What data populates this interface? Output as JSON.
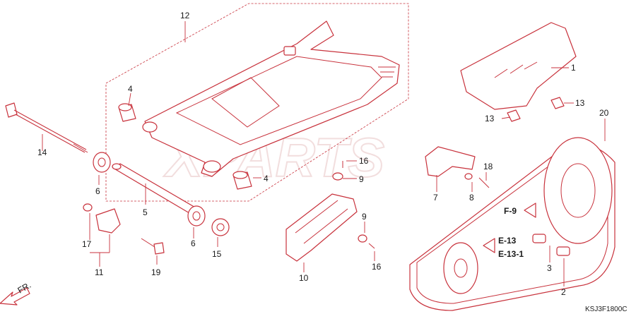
{
  "diagram": {
    "watermark": "XPARTS",
    "drawing_code": "KSJ3F1800C",
    "direction_label": "FR.",
    "colors": {
      "line": "#c8323c",
      "text": "#1a1a1a",
      "watermark": "#f2dede",
      "background": "#ffffff"
    },
    "callouts": {
      "c1": "1",
      "c2": "2",
      "c3": "3",
      "c4a": "4",
      "c4b": "4",
      "c5": "5",
      "c6a": "6",
      "c6b": "6",
      "c7": "7",
      "c8": "8",
      "c9a": "9",
      "c9b": "9",
      "c10": "10",
      "c11": "11",
      "c12": "12",
      "c13a": "13",
      "c13b": "13",
      "c14": "14",
      "c15": "15",
      "c16a": "16",
      "c16b": "16",
      "c17": "17",
      "c18": "18",
      "c19": "19",
      "c20": "20"
    },
    "refs": {
      "f9": "F-9",
      "e13": "E-13",
      "e13_1": "E-13-1"
    }
  }
}
